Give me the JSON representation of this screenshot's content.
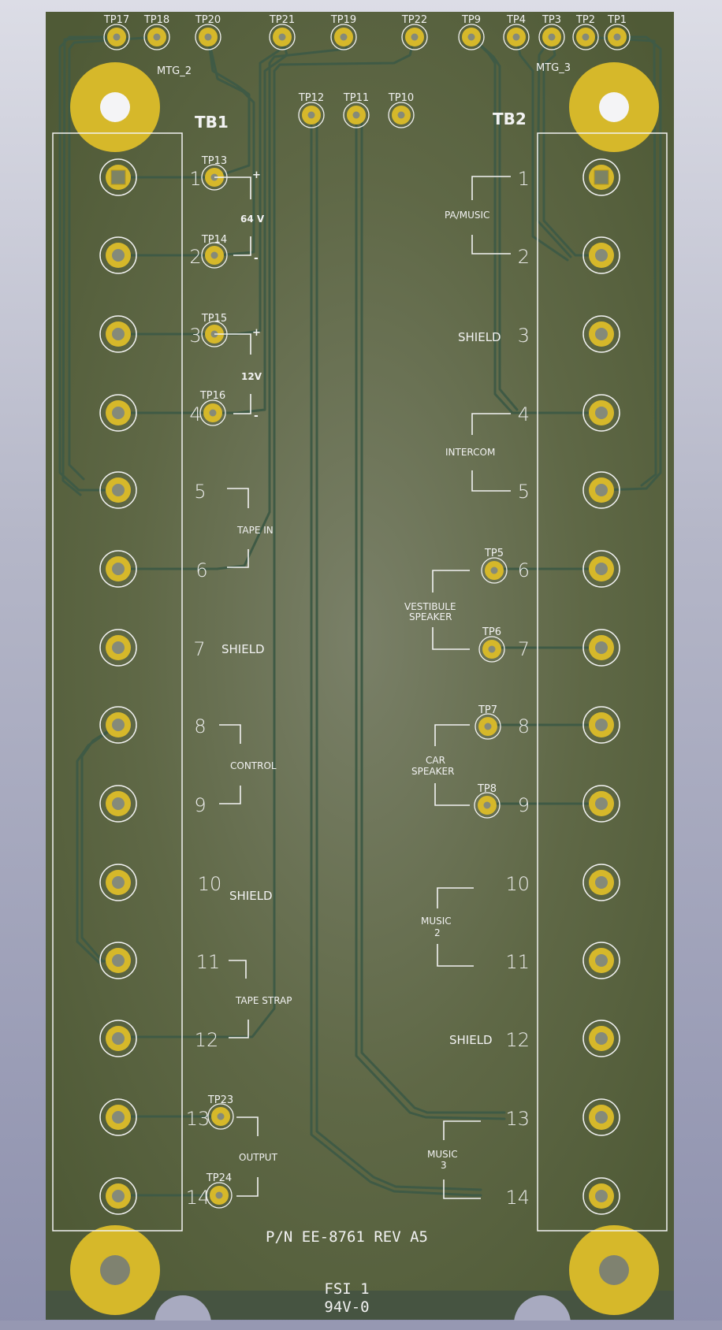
{
  "board": {
    "part_number": "P/N EE-8761 REV A5",
    "fsi": "FSI 1",
    "rating": "94V-0"
  },
  "mounting_labels": {
    "mtg_2": "MTG_2",
    "mtg_3": "MTG_3"
  },
  "blocks": {
    "tb1": {
      "label": "TB1"
    },
    "tb2": {
      "label": "TB2"
    }
  },
  "tb1_numbers": [
    "1",
    "2",
    "3",
    "4",
    "5",
    "6",
    "7",
    "8",
    "9",
    "10",
    "11",
    "12",
    "13",
    "14"
  ],
  "tb2_numbers": [
    "1",
    "2",
    "3",
    "4",
    "5",
    "6",
    "7",
    "8",
    "9",
    "10",
    "11",
    "12",
    "13",
    "14"
  ],
  "top_testpoints": [
    "TP17",
    "TP18",
    "TP20",
    "TP21",
    "TP19",
    "TP22",
    "TP9",
    "TP4",
    "TP3",
    "TP2",
    "TP1"
  ],
  "mid_testpoints": [
    "TP12",
    "TP11",
    "TP10"
  ],
  "left_testpoints": [
    "TP13",
    "TP14",
    "TP15",
    "TP16",
    "TP23",
    "TP24"
  ],
  "right_testpoints": [
    "TP5",
    "TP6",
    "TP7",
    "TP8"
  ],
  "left_labels": {
    "v64": "64 V",
    "v12": "12V",
    "plus": "+",
    "minus": "-",
    "tape_in": "TAPE IN",
    "shield_7": "SHIELD",
    "control": "CONTROL",
    "shield_10": "SHIELD",
    "tape_strap": "TAPE STRAP",
    "output": "OUTPUT"
  },
  "right_labels": {
    "pa_music": "PA/MUSIC",
    "shield_3": "SHIELD",
    "intercom": "INTERCOM",
    "vestibule": "VESTIBULE",
    "speaker_v": "SPEAKER",
    "car": "CAR",
    "speaker_c": "SPEAKER",
    "music_2a": "MUSIC",
    "music_2b": "2",
    "shield_12": "SHIELD",
    "music_3a": "MUSIC",
    "music_3b": "3"
  },
  "colors": {
    "board": "#57613f",
    "copper": "#3f5a45",
    "pad": "#d6b82a",
    "silk": "#f2f2f2"
  }
}
